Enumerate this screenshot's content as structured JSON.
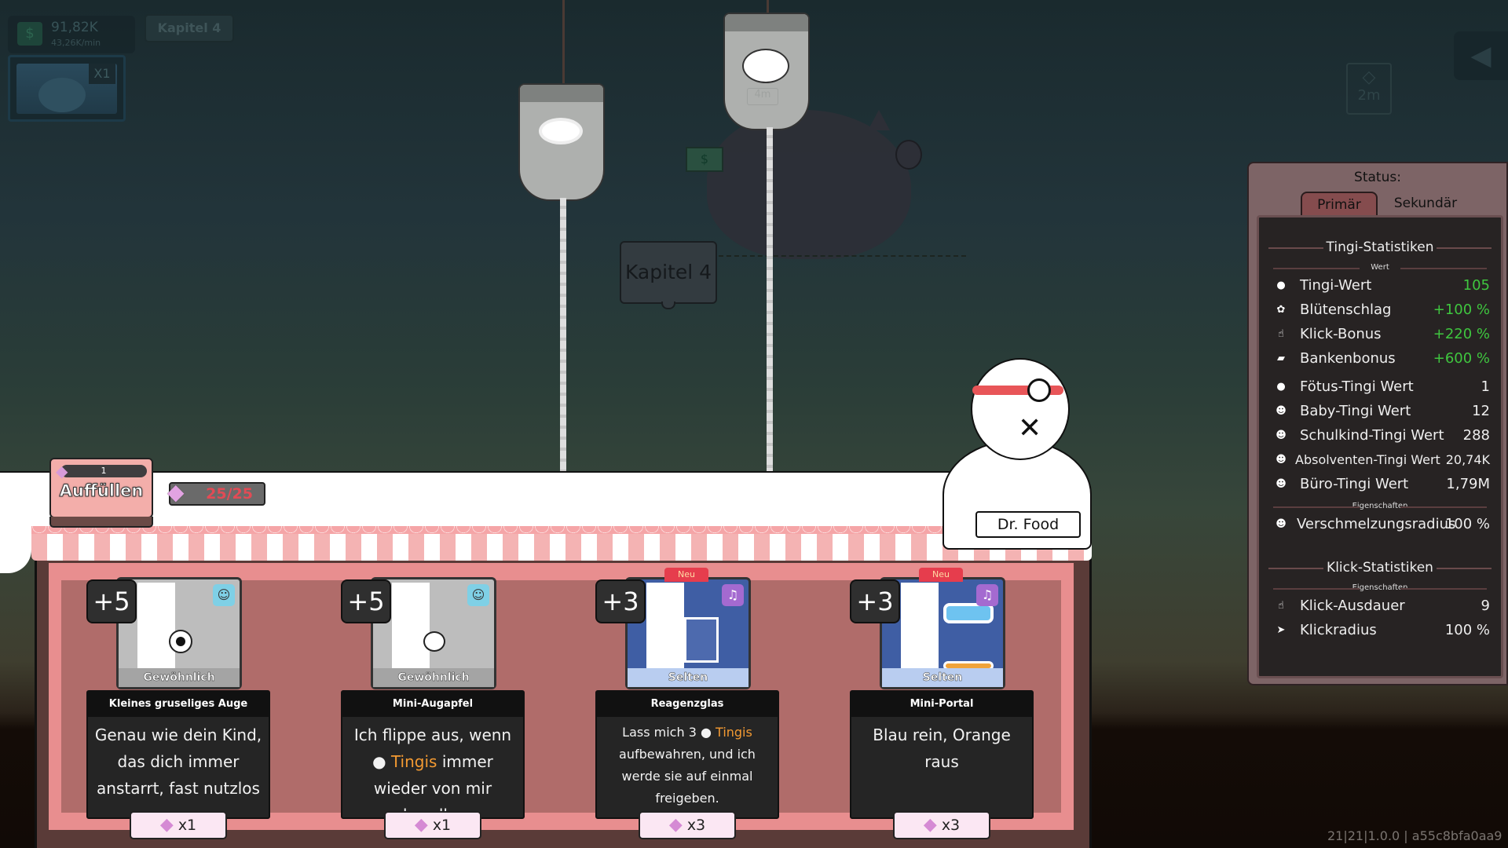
{
  "hud": {
    "money": "91,82K",
    "money_rate": "43,26K/min",
    "money_icon": "money-bag-icon",
    "chapter_button": "Kapitel 4",
    "tingi_multiplier": "X1",
    "gem_timer": "2m",
    "back_icon": "◀"
  },
  "scene": {
    "chapter_sign": "Kapitel 4",
    "bag_left_item": "trampoline",
    "bag_right_item": "piggy-bank",
    "bag_right_timer": "4m",
    "npc_name": "Dr. Food"
  },
  "refill": {
    "cost": "1",
    "label": "Auffüllen",
    "gem_count": "25/25"
  },
  "shop": {
    "items": [
      {
        "bonus": "+5",
        "rarity": "Gewöhnlich",
        "badge": "",
        "name": "Kleines gruseliges Auge",
        "desc_parts": [
          "Genau wie dein Kind, das dich immer anstarrt, fast nutzlos"
        ],
        "price": "x1"
      },
      {
        "bonus": "+5",
        "rarity": "Gewöhnlich",
        "badge": "",
        "name": "Mini-Augapfel",
        "desc_pre": "Ich flippe aus, wenn",
        "desc_hl": "Tingis",
        "desc_post": "immer wieder von mir abprallen.",
        "price": "x1"
      },
      {
        "bonus": "+3",
        "rarity": "Selten",
        "badge": "Neu",
        "name": "Reagenzglas",
        "desc_pre": "Lass mich 3",
        "desc_hl": "Tingis",
        "desc_post": "aufbewahren, und ich werde sie auf einmal freigeben.",
        "price": "x3"
      },
      {
        "bonus": "+3",
        "rarity": "Selten",
        "badge": "Neu",
        "name": "Mini-Portal",
        "desc_parts": [
          "Blau rein, Orange raus"
        ],
        "price": "x3"
      }
    ]
  },
  "stats": {
    "title": "Status:",
    "tabs": [
      "Primär",
      "Sekundär"
    ],
    "active_tab": "Primär",
    "tingi_section": "Tingi-Statistiken",
    "wert_label": "Wert",
    "rows_value": [
      {
        "icon": "tingi-icon",
        "label": "Tingi-Wert",
        "value": "105",
        "green": true
      },
      {
        "icon": "blossom-icon",
        "label": "Blütenschlag",
        "value": "+100 %",
        "green": true
      },
      {
        "icon": "finger-icon",
        "label": "Klick-Bonus",
        "value": "+220 %",
        "green": true
      },
      {
        "icon": "piggy-bank-icon",
        "label": "Bankenbonus",
        "value": "+600 %",
        "green": true
      },
      {
        "icon": "fetus-tingi-icon",
        "label": "Fötus-Tingi Wert",
        "value": "1",
        "green": false
      },
      {
        "icon": "baby-tingi-icon",
        "label": "Baby-Tingi Wert",
        "value": "12",
        "green": false
      },
      {
        "icon": "schoolkid-tingi-icon",
        "label": "Schulkind-Tingi Wert",
        "value": "288",
        "green": false
      },
      {
        "icon": "graduate-tingi-icon",
        "label": "Absolventen-Tingi Wert",
        "value": "20,74K",
        "green": false
      },
      {
        "icon": "office-tingi-icon",
        "label": "Büro-Tingi Wert",
        "value": "1,79M",
        "green": false
      }
    ],
    "eigenschaften_label": "Eigenschaften",
    "rows_props": [
      {
        "icon": "merge-icon",
        "label": "Verschmelzungsradius",
        "value": "100 %"
      }
    ],
    "click_section": "Klick-Statistiken",
    "rows_click": [
      {
        "icon": "finger-icon",
        "label": "Klick-Ausdauer",
        "value": "9"
      },
      {
        "icon": "cursor-icon",
        "label": "Klickradius",
        "value": "100 %"
      }
    ]
  },
  "version": "21|21|1.0.0 | a55c8bfa0aa9"
}
